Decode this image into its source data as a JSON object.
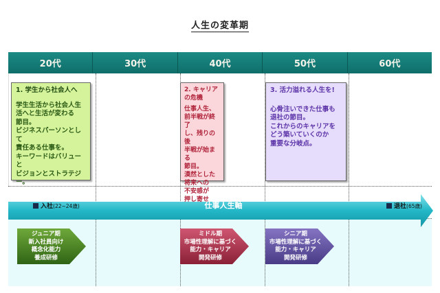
{
  "title": "人生の変革期",
  "decades": [
    "20代",
    "30代",
    "40代",
    "50代",
    "60代"
  ],
  "cards": [
    {
      "title": "1. 学生から社会人へ",
      "body": "学生生活から社会人生\n活へと生活が変わる\n節目。\nビジネスパーソンとして\n責任ある仕事を。\nキーワードはバリューと\nビジョンとストラテジー。"
    },
    {
      "title": "2. キャリア\nの危機",
      "body": "仕事人生、\n前半戦が終了\nし、残りの後\n半戦が始まる\n節目。\n漠然とした\n将来への\n不安感が\n押し寄せる。"
    },
    {
      "title": "3. 活力溢れる人生を!",
      "body": "心骨注いできた仕事も\n退社の節目。\nこれからのキャリアを\nどう築いていくのか\n重要な分岐点。"
    }
  ],
  "axis": {
    "title": "仕事人生軸",
    "start_label": "入社",
    "start_note": "(22~24歳)",
    "end_label": "退社",
    "end_note": "(65歳)"
  },
  "stages": [
    {
      "text": "ジュニア期\n新入社員向け\n概念化能力\n養成研修",
      "color": "#3f7a1f"
    },
    {
      "text": "ミドル期\n市場性理解に基づく\n能力・キャリア\n開発研修",
      "color": "#a2324a"
    },
    {
      "text": "シニア期\n市場性理解に基づく\n能力・キャリア\n開発研修",
      "color": "#5b4a9a"
    }
  ],
  "colors": {
    "header": "#127c77",
    "axis": "#22b7c7",
    "lower_panel": "#e8fbfc"
  }
}
